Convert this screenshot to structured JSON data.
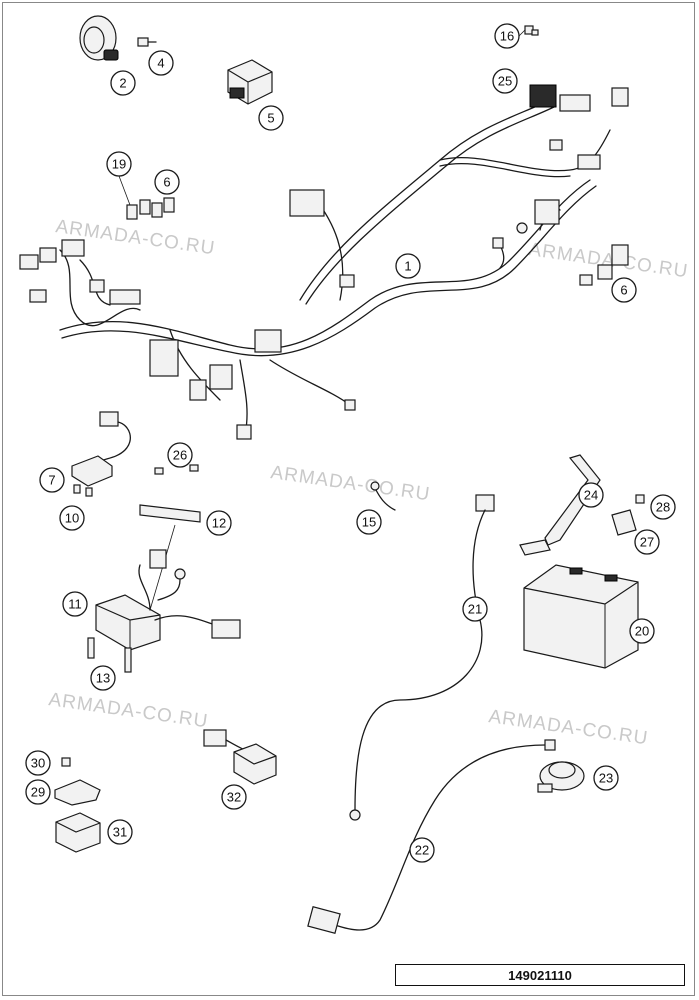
{
  "drawing_code": "149021110",
  "watermark_text": "ARMADA-CO.RU",
  "callouts": [
    "1",
    "2",
    "4",
    "5",
    "6",
    "6",
    "7",
    "10",
    "11",
    "12",
    "13",
    "15",
    "16",
    "19",
    "20",
    "21",
    "22",
    "23",
    "24",
    "25",
    "26",
    "27",
    "28",
    "29",
    "30",
    "31",
    "32"
  ]
}
